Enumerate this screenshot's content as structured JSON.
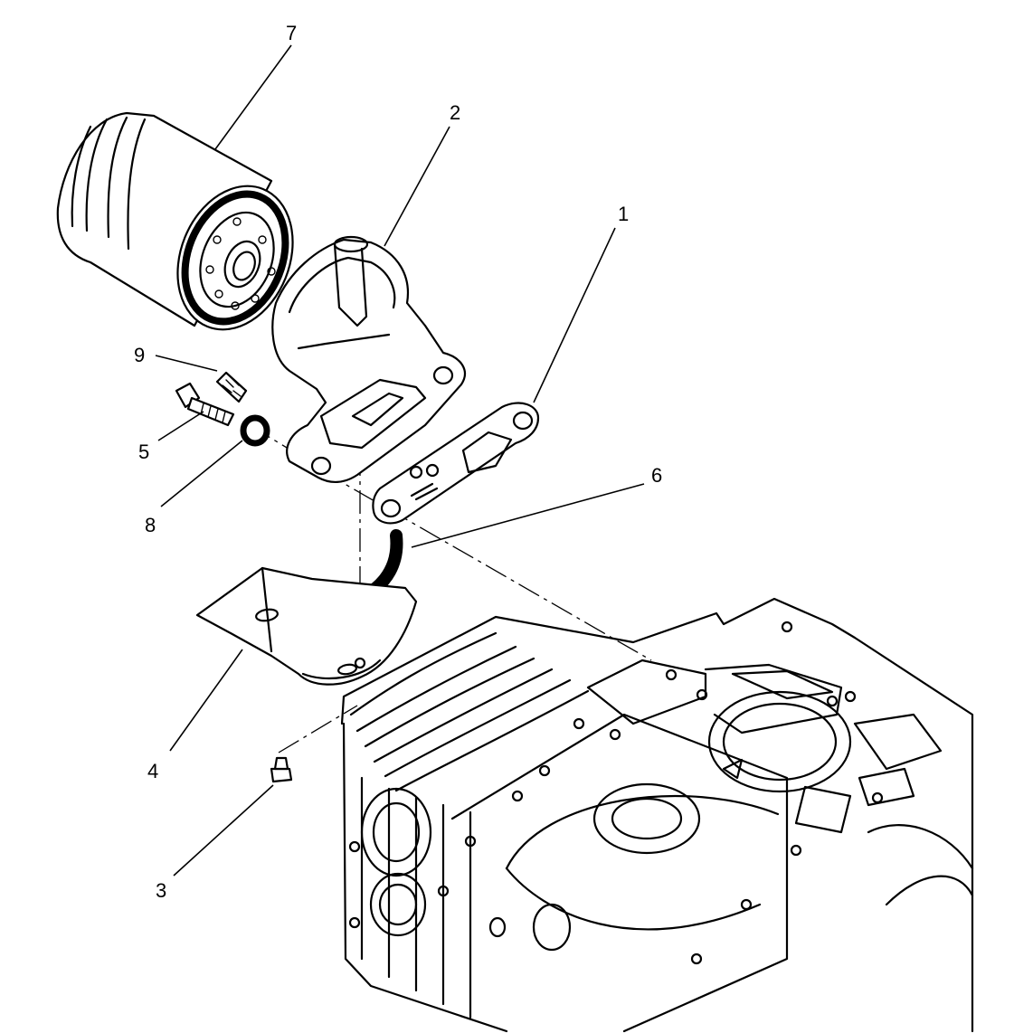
{
  "colors": {
    "ink": "#000000",
    "paper": "#ffffff"
  },
  "callouts": [
    {
      "id": "1",
      "label": "1",
      "part": "gasket"
    },
    {
      "id": "2",
      "label": "2",
      "part": "oil-filter-adapter"
    },
    {
      "id": "3",
      "label": "3",
      "part": "screw"
    },
    {
      "id": "4",
      "label": "4",
      "part": "oil-deflector-plate"
    },
    {
      "id": "5",
      "label": "5",
      "part": "bolt"
    },
    {
      "id": "6",
      "label": "6",
      "part": "seal-ring"
    },
    {
      "id": "7",
      "label": "7",
      "part": "oil-filter"
    },
    {
      "id": "8",
      "label": "8",
      "part": "washer"
    },
    {
      "id": "9",
      "label": "9",
      "part": "plug"
    }
  ]
}
